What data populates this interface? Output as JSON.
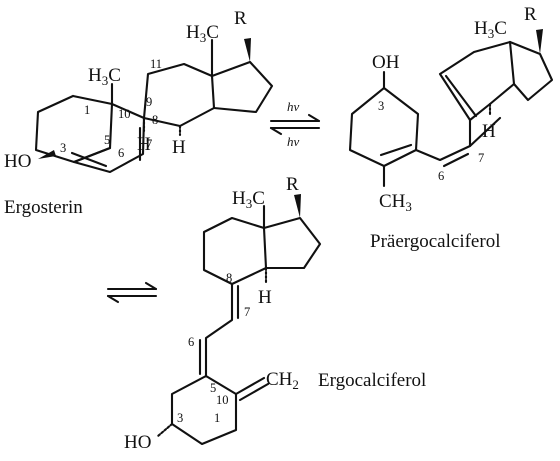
{
  "compounds": {
    "ergosterin": {
      "name": "Ergosterin",
      "substituent_r": "R",
      "hydroxyl": "HO",
      "methyl_h3": "H",
      "methyl_3": "3",
      "methyl_c": "C",
      "angular_h_9": "H",
      "angular_h_14": "H",
      "locants": [
        "1",
        "3",
        "5",
        "6",
        "7",
        "8",
        "9",
        "10",
        "11"
      ]
    },
    "praergocalciferol": {
      "name": "Präergocalciferol",
      "substituent_r": "R",
      "hydroxyl": "OH",
      "methyl_h3": "H",
      "methyl_3": "3",
      "methyl_c": "C",
      "ring_methyl_c": "CH",
      "ring_methyl_3": "3",
      "angular_h": "H",
      "locants": [
        "3",
        "6",
        "7"
      ]
    },
    "ergocalciferol": {
      "name": "Ergocalciferol",
      "substituent_r": "R",
      "hydroxyl": "HO",
      "methyl_h3": "H",
      "methyl_3": "3",
      "methyl_c": "C",
      "methylene_ch": "CH",
      "methylene_2": "2",
      "angular_h": "H",
      "locants": [
        "1",
        "3",
        "5",
        "6",
        "7",
        "8",
        "10"
      ]
    }
  },
  "reactions": {
    "photochemical_forward": "hν",
    "photochemical_reverse": "hν"
  }
}
